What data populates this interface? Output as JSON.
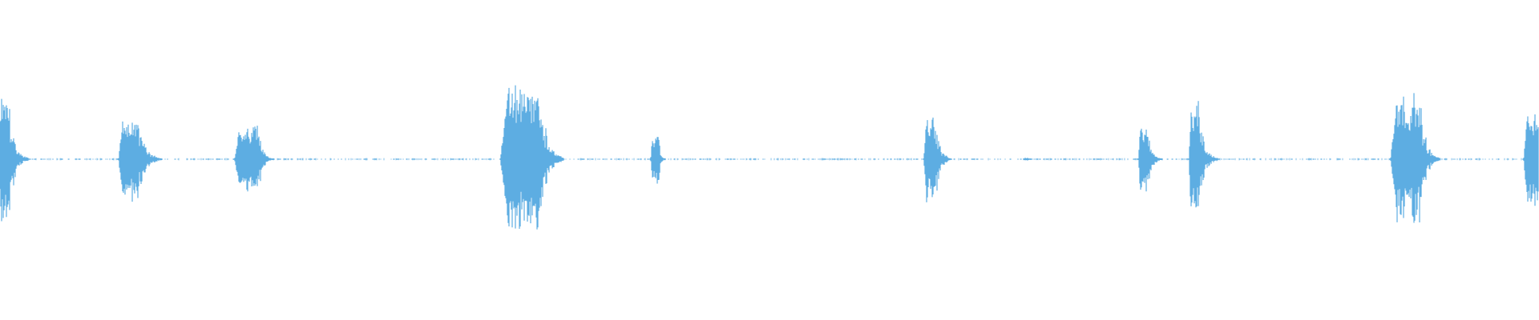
{
  "waveform": {
    "color": "#5dade2",
    "baseline_style": "dotted",
    "duration_units": "relative",
    "bursts": [
      {
        "t": 0.0,
        "amp": 0.88,
        "dur": 0.006,
        "decay": 0.012
      },
      {
        "t": 0.08,
        "amp": 0.55,
        "dur": 0.01,
        "decay": 0.015
      },
      {
        "t": 0.156,
        "amp": 0.45,
        "dur": 0.012,
        "decay": 0.01
      },
      {
        "t": 0.331,
        "amp": 0.98,
        "dur": 0.02,
        "decay": 0.015
      },
      {
        "t": 0.424,
        "amp": 0.32,
        "dur": 0.004,
        "decay": 0.004
      },
      {
        "t": 0.602,
        "amp": 0.56,
        "dur": 0.006,
        "decay": 0.01
      },
      {
        "t": 0.666,
        "amp": 0.02,
        "dur": 0.002,
        "decay": 0.002
      },
      {
        "t": 0.741,
        "amp": 0.48,
        "dur": 0.004,
        "decay": 0.01
      },
      {
        "t": 0.774,
        "amp": 0.75,
        "dur": 0.005,
        "decay": 0.012
      },
      {
        "t": 0.908,
        "amp": 0.85,
        "dur": 0.015,
        "decay": 0.012
      },
      {
        "t": 0.993,
        "amp": 0.68,
        "dur": 0.01,
        "decay": 0.008
      }
    ]
  }
}
